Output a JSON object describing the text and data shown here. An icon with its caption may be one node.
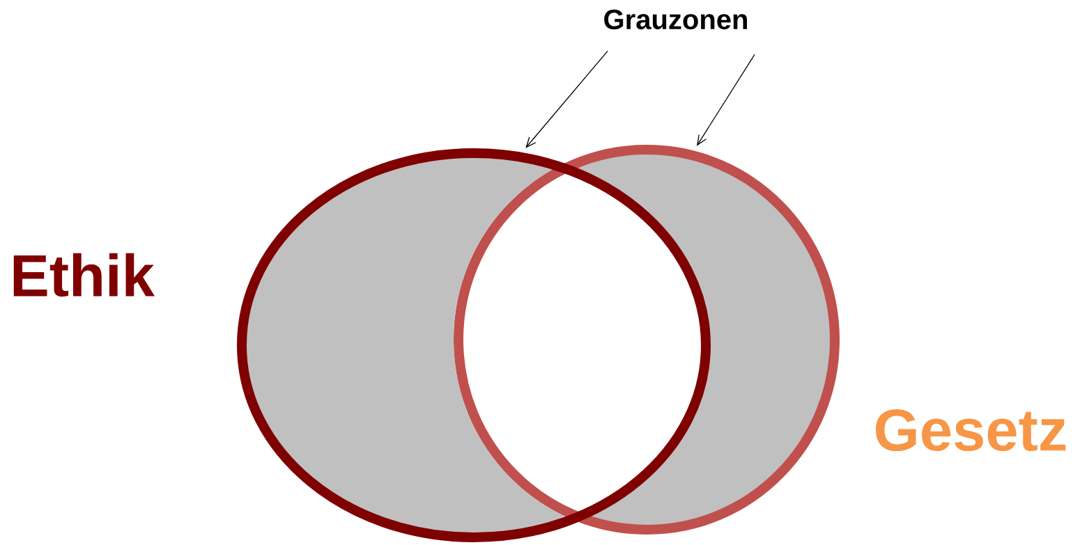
{
  "diagram": {
    "nodes": [
      {
        "text": [
          "Ethik"
        ]
      },
      {
        "text": [
          "Gesetz"
        ]
      },
      {
        "text": [
          "Grauzonen"
        ]
      }
    ],
    "edges": [
      {
        "from": 2,
        "to": 0,
        "arrow": "to"
      },
      {
        "from": 2,
        "to": 1,
        "arrow": "to"
      }
    ]
  }
}
